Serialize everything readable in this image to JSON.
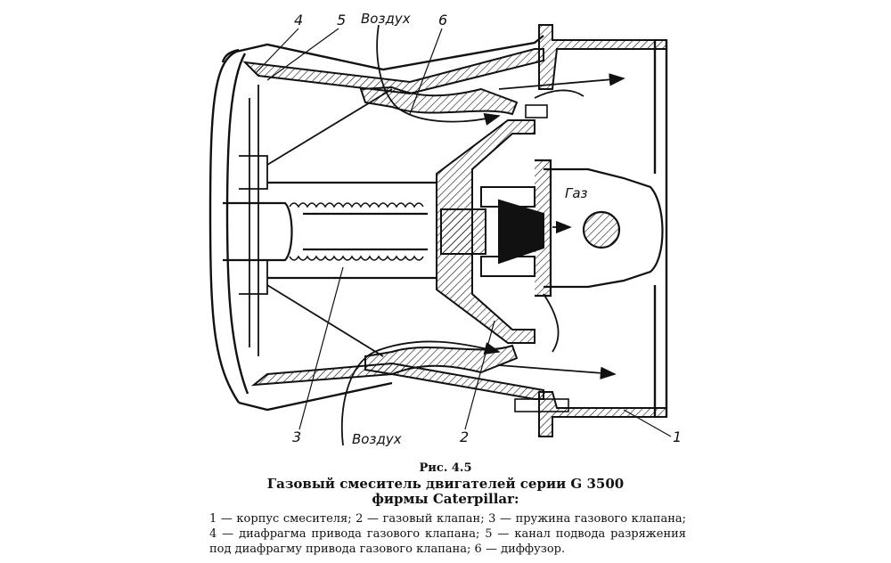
{
  "figure": {
    "labels": {
      "air_top": "Воздух",
      "air_bottom": "Воздух",
      "gas": "Газ",
      "n1": "1",
      "n2": "2",
      "n3": "3",
      "n4": "4",
      "n5": "5",
      "n6": "6"
    },
    "colors": {
      "line": "#111111",
      "background": "#ffffff"
    }
  },
  "caption": {
    "number": "Рис. 4.5",
    "title_line1": "Газовый смеситель двигателей серии G 3500",
    "title_line2": "фирмы Caterpillar:",
    "legend": "1 — корпус смесителя; 2 — газовый клапан; 3 — пружина газового клапана; 4 — диафрагма привода газового клапана; 5 — канал подвода разряжения под диафрагму привода газового клапана; 6 — диффузор."
  }
}
